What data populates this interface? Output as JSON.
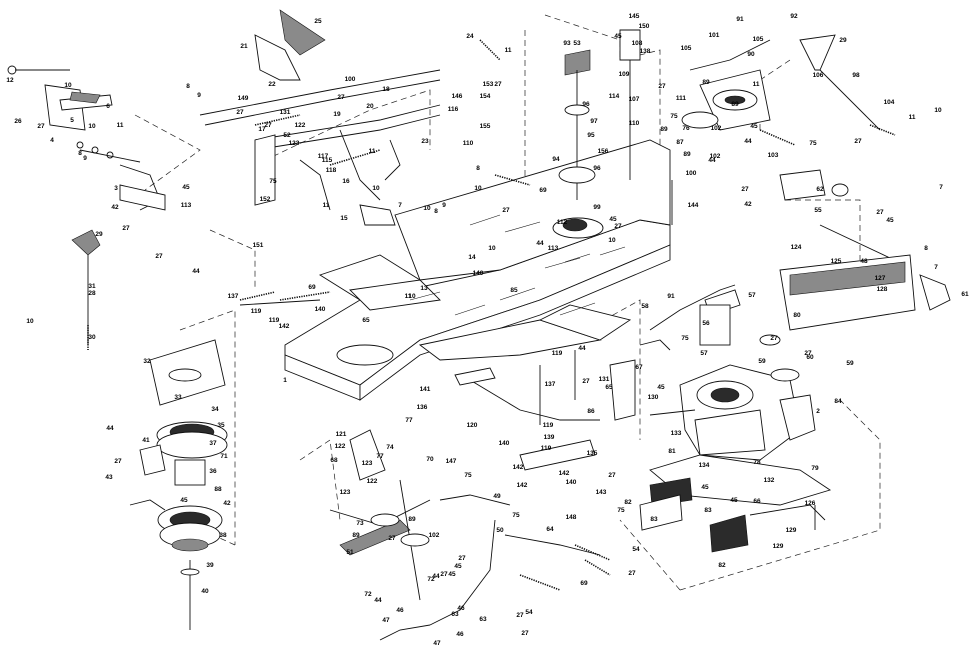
{
  "diagram": {
    "labels": [
      "1",
      "2",
      "3",
      "4",
      "5",
      "6",
      "7",
      "8",
      "9",
      "10",
      "11",
      "12",
      "13",
      "14",
      "15",
      "16",
      "17",
      "18",
      "19",
      "20",
      "21",
      "22",
      "23",
      "24",
      "25",
      "26",
      "27",
      "28",
      "29",
      "30",
      "31",
      "32",
      "33",
      "34",
      "35",
      "36",
      "37",
      "38",
      "39",
      "40",
      "41",
      "42",
      "43",
      "44",
      "45",
      "46",
      "47",
      "48",
      "49",
      "50",
      "51",
      "52",
      "53",
      "54",
      "55",
      "56",
      "57",
      "58",
      "59",
      "60",
      "61",
      "62",
      "63",
      "64",
      "65",
      "66",
      "67",
      "68",
      "69",
      "70",
      "71",
      "72",
      "73",
      "74",
      "75",
      "76",
      "77",
      "78",
      "79",
      "80",
      "81",
      "82",
      "83",
      "84",
      "85",
      "86",
      "87",
      "88",
      "89",
      "90",
      "91",
      "92",
      "93",
      "94",
      "95",
      "96",
      "97",
      "98",
      "99",
      "100",
      "101",
      "102",
      "103",
      "104",
      "105",
      "106",
      "107",
      "108",
      "109",
      "110",
      "111",
      "112",
      "113",
      "114",
      "115",
      "116",
      "117",
      "118",
      "119",
      "120",
      "121",
      "122",
      "123",
      "124",
      "125",
      "126",
      "127",
      "128",
      "129",
      "130",
      "131",
      "132",
      "133",
      "134",
      "135",
      "136",
      "137",
      "138",
      "139",
      "140",
      "141",
      "142",
      "143",
      "144",
      "145",
      "146",
      "147",
      "148",
      "149",
      "150",
      "151",
      "152",
      "153",
      "154",
      "155",
      "156"
    ]
  }
}
